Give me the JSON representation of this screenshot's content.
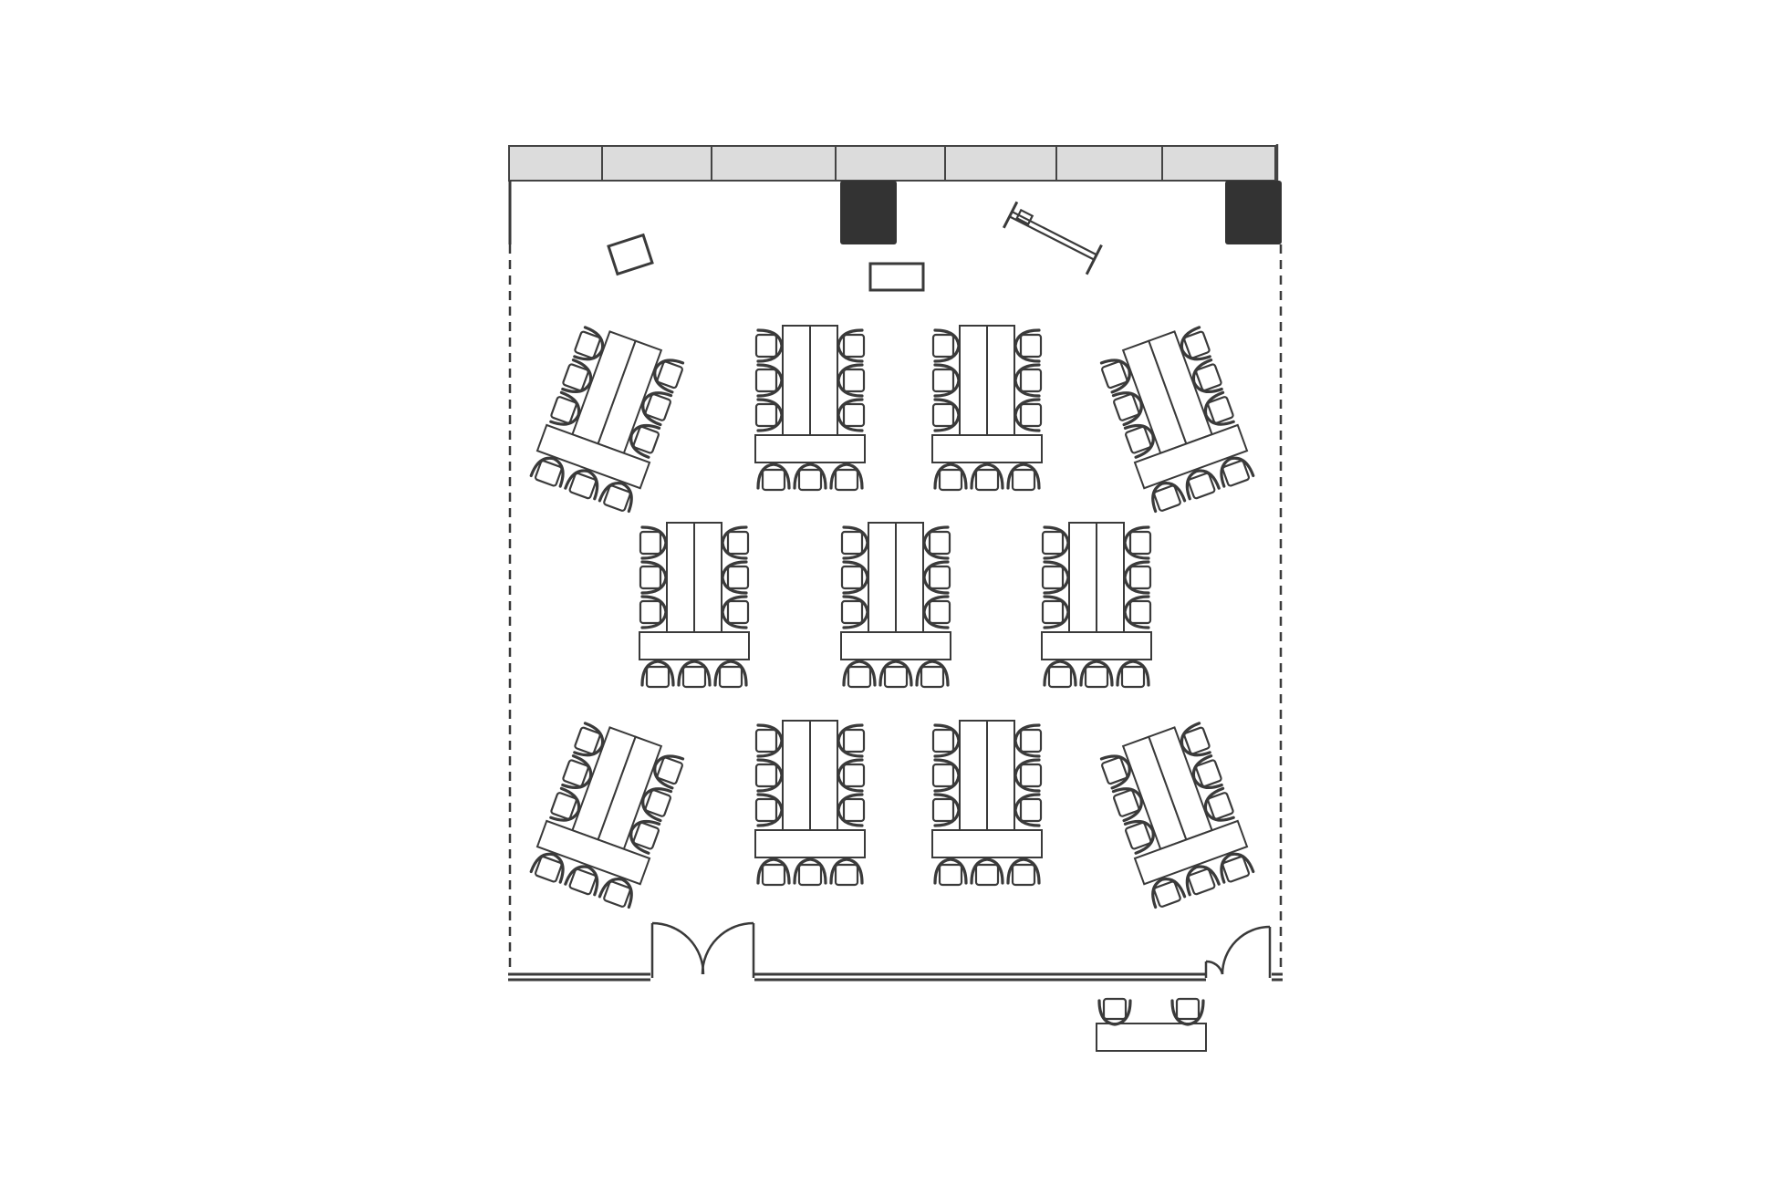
{
  "diagram": {
    "kind": "classroom-floor-plan",
    "room": {
      "window_panes": 7,
      "structural_columns": 2,
      "double_doors": 1,
      "single_doors": 1
    },
    "furniture": {
      "table_pods": 11,
      "chairs_per_pod": 9,
      "pod_layout": [
        {
          "row": "front",
          "pods": 4,
          "outer_pods_angled": true
        },
        {
          "row": "middle",
          "pods": 3,
          "outer_pods_angled": false
        },
        {
          "row": "back",
          "pods": 4,
          "outer_pods_angled": true
        }
      ],
      "instructor_items": [
        "small-table-angled",
        "presenter-table",
        "projector-screen-stand"
      ],
      "outside_registration_table": {
        "chairs": 2
      }
    },
    "colors": {
      "line": "#3a3a3a",
      "column_fill": "#333333",
      "window_fill": "#dcdcdc",
      "background": "#ffffff"
    }
  }
}
